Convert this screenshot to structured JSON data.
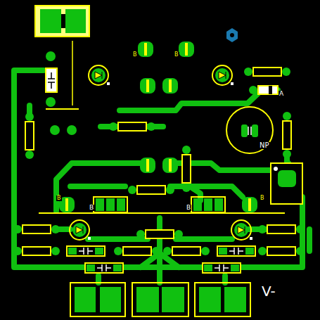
{
  "diagram": {
    "labels": [
      "B",
      "B",
      "A",
      "NP",
      "B",
      "B",
      "B",
      "B",
      "V-"
    ]
  }
}
